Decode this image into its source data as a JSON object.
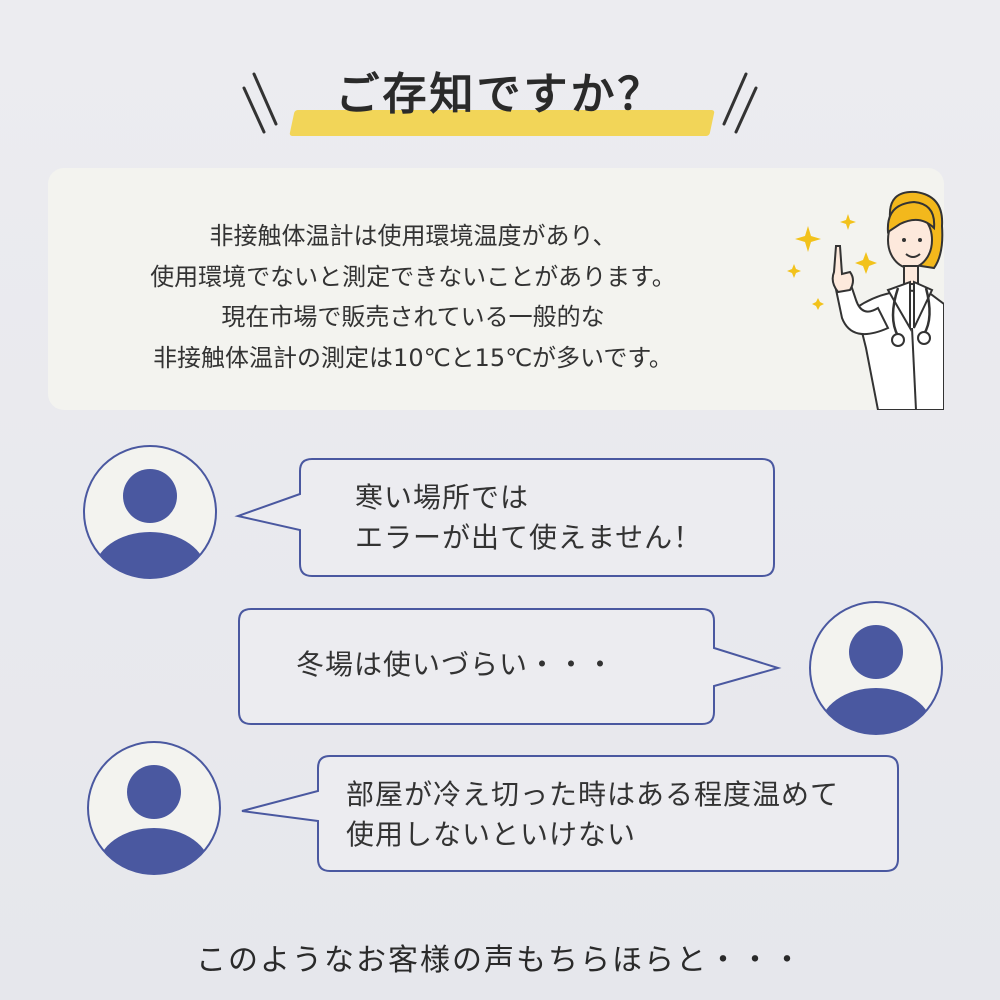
{
  "title": "ご存知ですか？",
  "info": {
    "lines": [
      "非接触体温計は使用環境温度があり、",
      "使用環境でないと測定できないことがあります。",
      "現在市場で販売されている一般的な",
      "非接触体温計の測定は10℃と15℃が多いです。"
    ]
  },
  "comments": [
    {
      "lines": [
        "寒い場所では",
        "エラーが出て使えません！"
      ]
    },
    {
      "lines": [
        "冬場は使いづらい・・・"
      ]
    },
    {
      "lines": [
        "部屋が冷え切った時はある程度温めて",
        "使用しないといけない"
      ]
    }
  ],
  "footer": "このようなお客様の声もちらほらと・・・",
  "colors": {
    "accent_yellow": "#f2d44f",
    "navy": "#4a58a0",
    "card_bg": "#f3f3ef",
    "bubble_bg": "#ececf0"
  },
  "icons": [
    "user-avatar-icon",
    "doctor-illustration",
    "sparkle-icon"
  ]
}
